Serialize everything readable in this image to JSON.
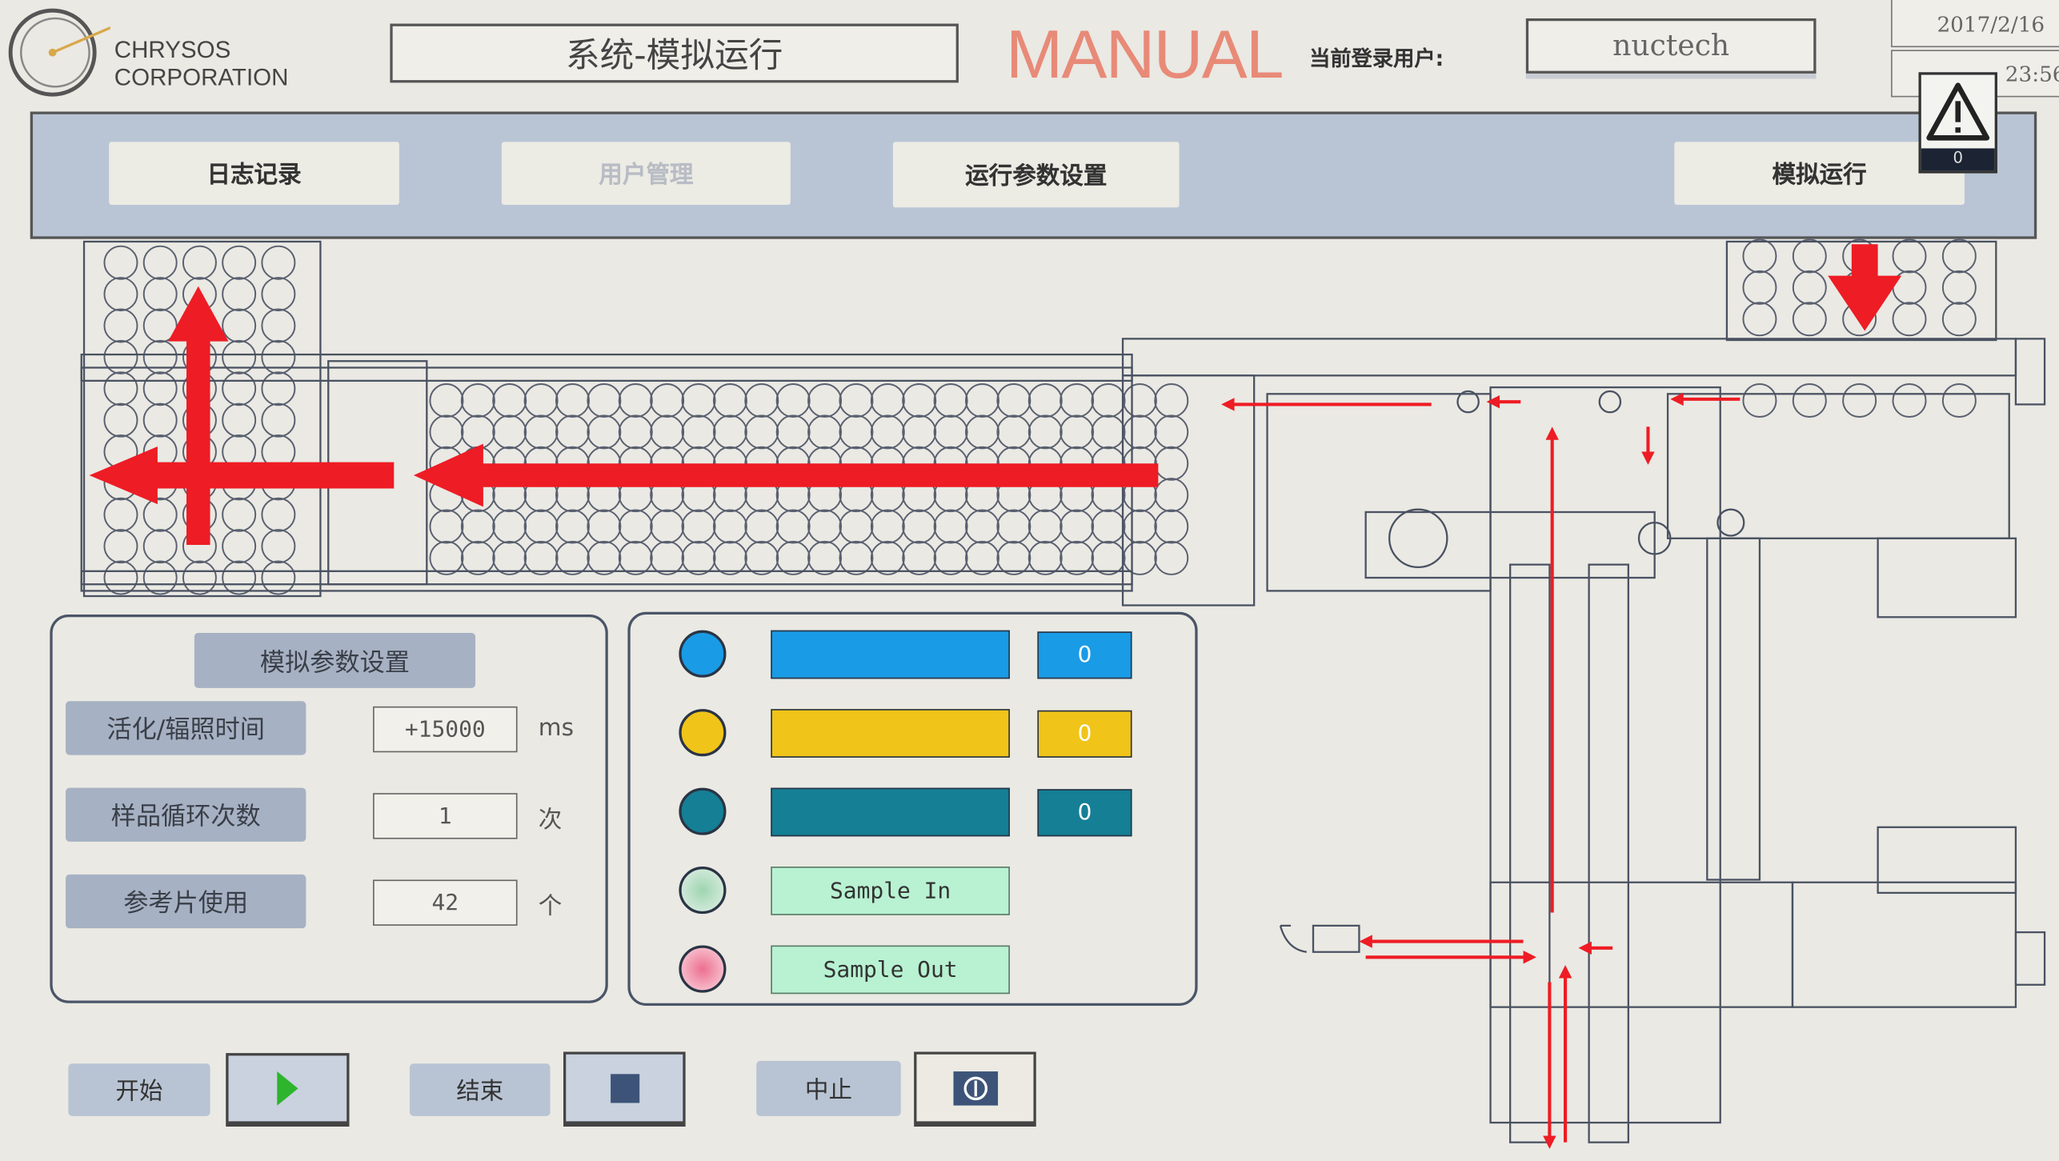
{
  "header": {
    "company_line1": "CHRYSOS",
    "company_line2": "CORPORATION",
    "screen_title": "系统-模拟运行",
    "mode": "MANUAL",
    "user_label": "当前登录用户:",
    "user_value": "nuctech",
    "date": "2017/2/16",
    "time_visible": "23:56",
    "alarm_count": "0"
  },
  "nav": {
    "items": [
      {
        "label": "日志记录"
      },
      {
        "label": "用户管理"
      },
      {
        "label": "运行参数设置"
      },
      {
        "label": "模拟运行"
      }
    ]
  },
  "params": {
    "title": "模拟参数设置",
    "rows": [
      {
        "label": "活化/辐照时间",
        "value": "+15000",
        "unit": "ms"
      },
      {
        "label": "样品循环次数",
        "value": "1",
        "unit": "次"
      },
      {
        "label": "参考片使用",
        "value": "42",
        "unit": "个"
      }
    ]
  },
  "legend": {
    "rows": [
      {
        "color": "#1a9be6",
        "value": "0"
      },
      {
        "color": "#f0c419",
        "value": "0"
      },
      {
        "color": "#147f95",
        "value": "0"
      },
      {
        "color": "#b8e0c8",
        "text": "Sample In"
      },
      {
        "color": "#ec8ea6",
        "text": "Sample Out"
      }
    ]
  },
  "controls": {
    "start_label": "开始",
    "end_label": "结束",
    "abort_label": "中止"
  },
  "colors": {
    "arrow": "#ee1c24",
    "nav_band": "#b9c5d5",
    "mode": "#e88a78"
  }
}
